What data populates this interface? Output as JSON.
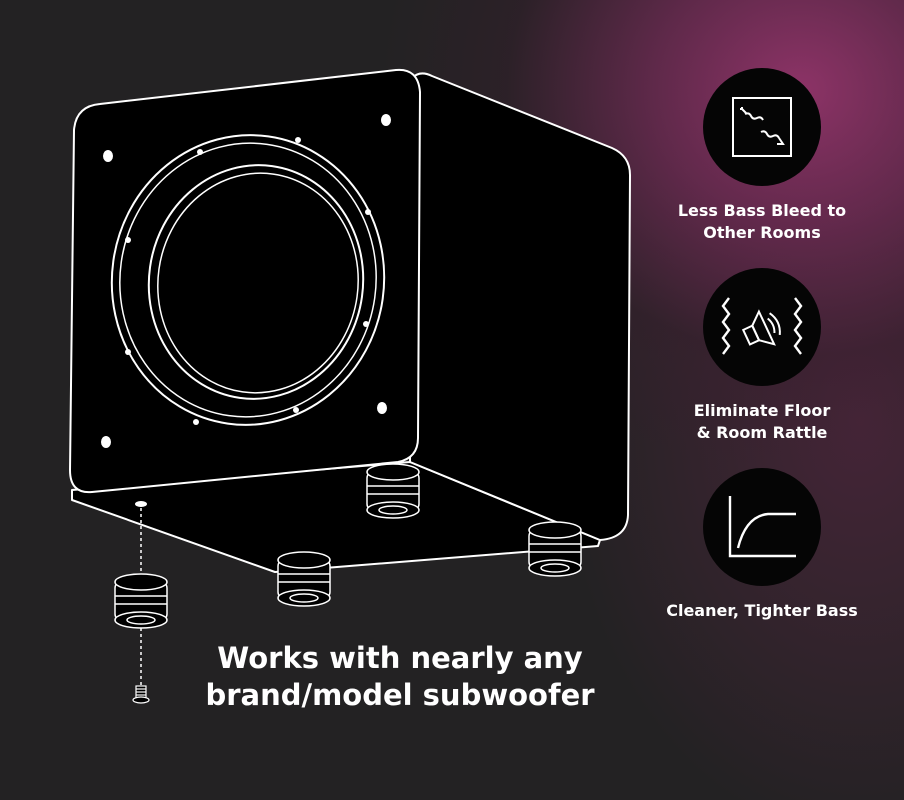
{
  "features": [
    {
      "icon": "wave-box-icon",
      "label": "Less Bass Bleed to\nOther Rooms"
    },
    {
      "icon": "rattle-speaker-icon",
      "label": "Eliminate Floor\n& Room Rattle"
    },
    {
      "icon": "curve-graph-icon",
      "label": "Cleaner, Tighter Bass"
    }
  ],
  "tagline": "Works with nearly any\nbrand/model subwoofer",
  "colors": {
    "accent": "#92346a",
    "background": "#232223",
    "badge": "#050505",
    "text": "#ffffff"
  }
}
